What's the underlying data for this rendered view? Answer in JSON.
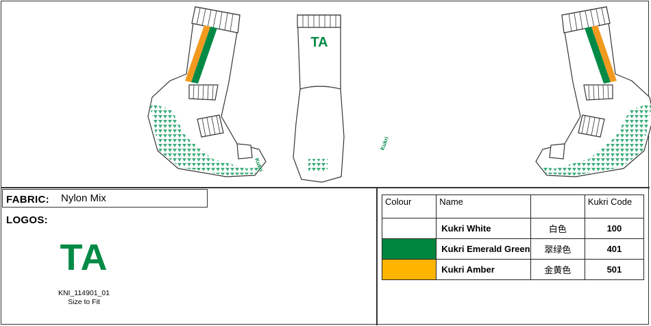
{
  "drawing": {
    "sock_logo_text": "TA",
    "brand_text": "Kukri",
    "colors": {
      "emerald": "#008a45",
      "amber": "#f29a1f",
      "grip": "#3fae7a",
      "outline": "#333333"
    }
  },
  "fabric": {
    "label": "FABRIC:",
    "value": "Nylon Mix"
  },
  "logos": {
    "label": "LOGOS:",
    "logo_text": "TA",
    "code": "KNI_114901_01",
    "size": "Size to Fit"
  },
  "colour_table": {
    "headers": [
      "Colour",
      "Name",
      "",
      "Kukri Code"
    ],
    "rows": [
      {
        "swatch": "#ffffff",
        "name": "Kukri White",
        "cn": "白色",
        "code": "100"
      },
      {
        "swatch": "#00873e",
        "name": "Kukri Emerald Green",
        "cn": "翠绿色",
        "code": "401"
      },
      {
        "swatch": "#ffb400",
        "name": "Kukri Amber",
        "cn": "金黄色",
        "code": "501"
      }
    ]
  }
}
